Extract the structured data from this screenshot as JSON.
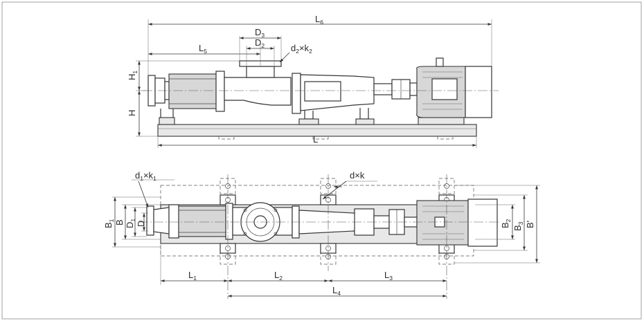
{
  "labels": {
    "L6": {
      "main": "L",
      "sub": "6"
    },
    "L5": {
      "main": "L",
      "sub": "5"
    },
    "L": {
      "main": "L",
      "sub": ""
    },
    "D3": {
      "main": "D",
      "sub": "3"
    },
    "D2": {
      "main": "D",
      "sub": "2"
    },
    "d2k2": {
      "main": "d",
      "sub": "2",
      "mid": "×k",
      "sub2": "2"
    },
    "H1": {
      "main": "H",
      "sub": "1"
    },
    "H": {
      "main": "H",
      "sub": ""
    },
    "d1k1": {
      "main": "d",
      "sub": "1",
      "mid": "×k",
      "sub2": "1"
    },
    "dk": {
      "main": "d×k"
    },
    "B1": {
      "main": "B",
      "sub": "1"
    },
    "B": {
      "main": "B",
      "sub": ""
    },
    "D1": {
      "main": "D",
      "sub": "1"
    },
    "D": {
      "main": "D",
      "sub": ""
    },
    "B2": {
      "main": "B",
      "sub": "2"
    },
    "B3": {
      "main": "B",
      "sub": "3"
    },
    "Bp": {
      "main": "B'"
    },
    "L1": {
      "main": "L",
      "sub": "1"
    },
    "L2": {
      "main": "L",
      "sub": "2"
    },
    "L3": {
      "main": "L",
      "sub": "3"
    },
    "L4": {
      "main": "L",
      "sub": "4"
    }
  }
}
